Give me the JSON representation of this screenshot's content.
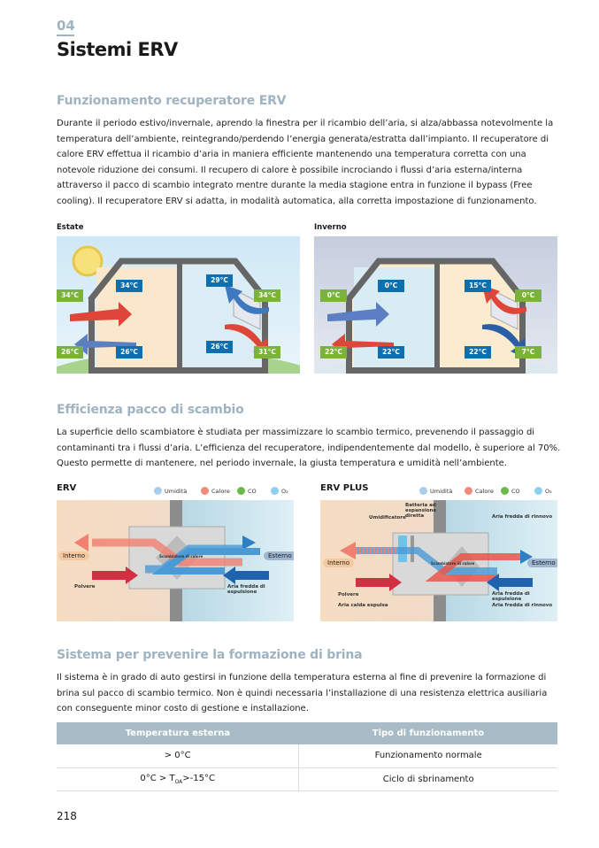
{
  "chapter": {
    "number": "04",
    "title": "Sistemi ERV"
  },
  "section1": {
    "heading": "Funzionamento recuperatore ERV",
    "text": "Durante il periodo estivo/invernale, aprendo la finestra per il ricambio dell’aria, si alza/abbassa notevolmente la temperatura dell’ambiente, reintegrando/perdendo l’energia generata/estratta dall’impianto. Il recuperatore di calore ERV effettua il ricambio d’aria in maniera efficiente mantenendo una temperatura corretta con una notevole riduzione dei consumi. Il recupero di calore è possibile incrociando i flussi d’aria esterna/interna attraverso il pacco di scambio integrato mentre durante la media stagione entra in funzione il bypass (Free cooling). Il recuperatore ERV si adatta, in modalità automatica, alla corretta impostazione di funzionamento.",
    "summer": {
      "caption": "Estate",
      "labels": [
        "34°C",
        "34°C",
        "29°C",
        "34°C",
        "26°C",
        "26°C",
        "26°C",
        "31°C"
      ]
    },
    "winter": {
      "caption": "Inverno",
      "labels": [
        "0°C",
        "0°C",
        "15°C",
        "0°C",
        "22°C",
        "22°C",
        "22°C",
        "7°C"
      ]
    }
  },
  "section2": {
    "heading": "Efficienza pacco di scambio",
    "text": "La superficie dello scambiatore è studiata per massimizzare lo scambio termico, prevenendo il passaggio di contaminanti tra i flussi d’aria. L’efficienza del recuperatore, indipendentemente dal modello, è superiore al 70%. Questo permette di mantenere, nel periodo invernale, la giusta temperatura e umidità nell’ambiente.",
    "legend": [
      "Umidità",
      "Calore",
      "CO",
      "O₂"
    ],
    "erv": {
      "title": "ERV",
      "interno": "Interno",
      "esterno": "Esterno",
      "polvere": "Polvere",
      "exchanger": "Scambiatore di calore",
      "exhaust": "Aria fredda di espulsione"
    },
    "erv_plus": {
      "title": "ERV PLUS",
      "interno": "Interno",
      "esterno": "Esterno",
      "polvere": "Polvere",
      "humidifier": "Umidificatore",
      "coil": "Batteria ad espansione diretta",
      "exchanger": "Scambiatore di calore",
      "fresh_top": "Aria fredda di rinnovo",
      "exhaust": "Aria fredda di espulsione",
      "fresh_bottom": "Aria fredda di rinnovo",
      "warm_exhaust": "Aria calda espulsa"
    }
  },
  "section3": {
    "heading": "Sistema per prevenire la formazione di brina",
    "text": "Il sistema è in grado di auto gestirsi in funzione della temperatura esterna al fine di prevenire la formazione di brina sul pacco di scambio termico. Non è quindi necessaria l’installazione di una resistenza elettrica ausiliaria con conseguente minor costo di gestione e installazione.",
    "table": {
      "headers": [
        "Temperatura esterna",
        "Tipo di funzionamento"
      ],
      "rows": [
        {
          "temp": "> 0°C",
          "mode": "Funzionamento normale"
        },
        {
          "temp_a": "0°C > T",
          "temp_sub": "OA",
          "temp_b": ">-15°C",
          "mode": "Ciclo di sbrinamento"
        }
      ]
    }
  },
  "page_number": "218"
}
